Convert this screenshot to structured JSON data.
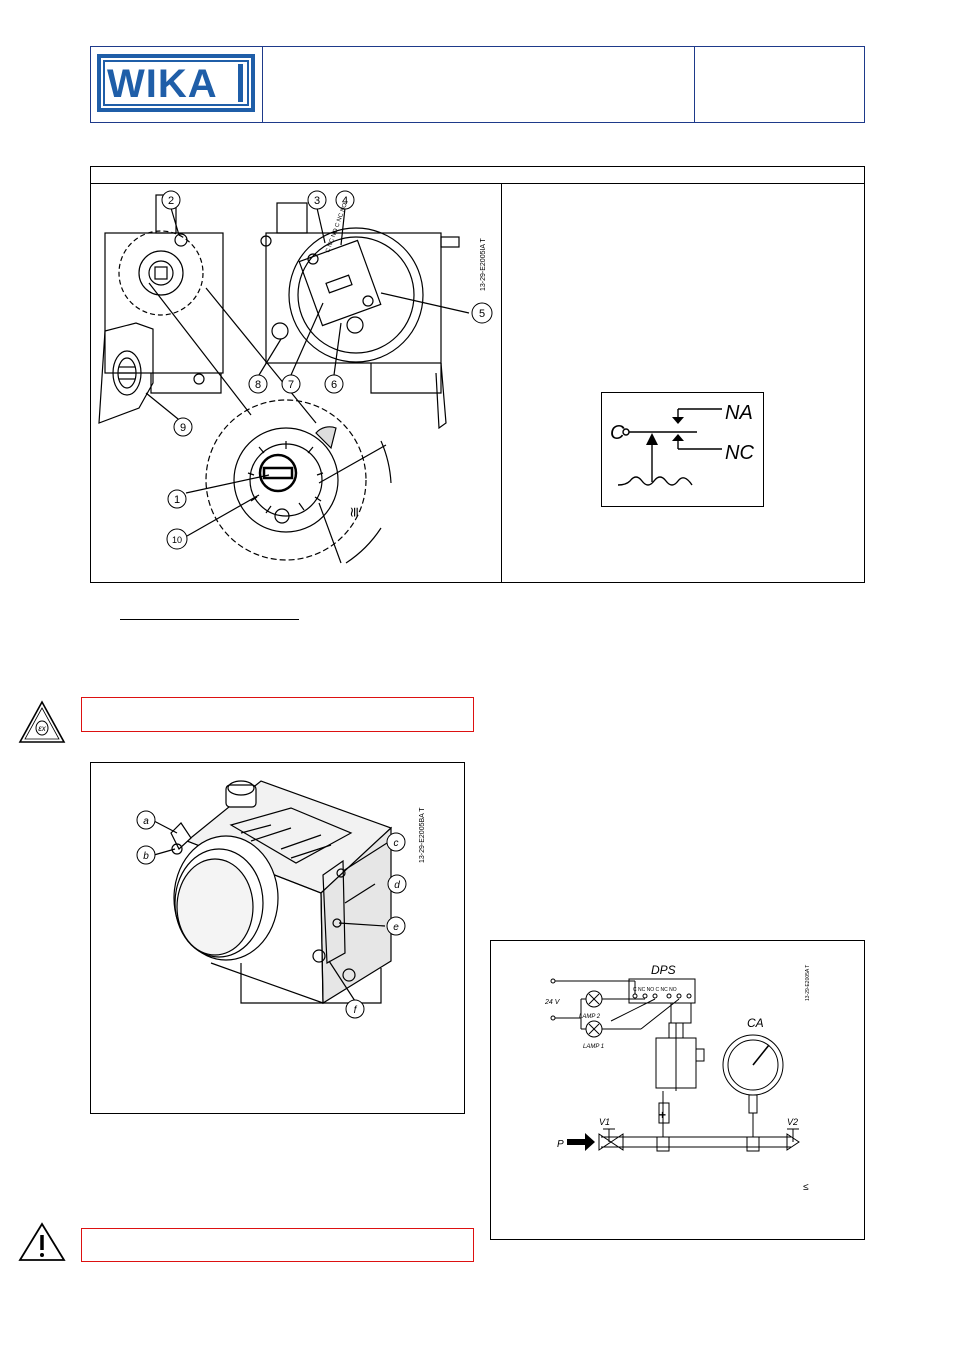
{
  "header": {
    "logo_text": "WIKA",
    "colors": {
      "brand": "#1f5ea8",
      "header_border": "#1e3a8a",
      "warning_border": "#dd1111"
    }
  },
  "figure1": {
    "callouts": [
      "2",
      "3",
      "4",
      "5",
      "6",
      "7",
      "8",
      "9",
      "10",
      "1"
    ],
    "doc_code": "13-29-E2005IA T",
    "approx_symbol": "≅",
    "terminal_label": "C NC NO C NC NO"
  },
  "symbol": {
    "label_c": "C",
    "label_na": "NA",
    "label_nc": "NC"
  },
  "figure2": {
    "callouts": [
      "a",
      "b",
      "c",
      "d",
      "e",
      "f"
    ],
    "doc_code": "13-29-E2005BA T"
  },
  "figure3": {
    "label_dps": "DPS",
    "label_ca": "CA",
    "label_24v": "24 V",
    "label_lamp2": "LAMP 2",
    "label_lamp1": "LAMP 1",
    "label_v1": "V1",
    "label_v2": "V2",
    "label_p": "P",
    "label_plus": "+",
    "label_le": "≤",
    "doc_code": "13-29-E2005A T",
    "terminal_label": "C NC NO C NC NO"
  },
  "icons": [
    "ex-atex-icon",
    "warning-triangle-icon"
  ]
}
